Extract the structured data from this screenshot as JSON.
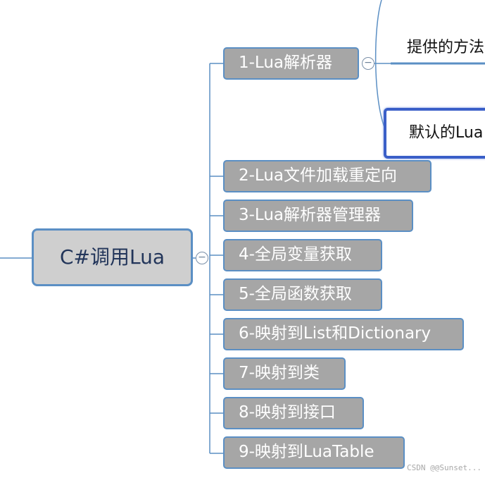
{
  "root": {
    "label": "C#调用Lua"
  },
  "branches": [
    {
      "label": "1-Lua解析器"
    },
    {
      "label": "2-Lua文件加载重定向"
    },
    {
      "label": "3-Lua解析器管理器"
    },
    {
      "label": "4-全局变量获取"
    },
    {
      "label": "5-全局函数获取"
    },
    {
      "label": "6-映射到List和Dictionary"
    },
    {
      "label": "7-映射到类"
    },
    {
      "label": "8-映射到接口"
    },
    {
      "label": "9-映射到LuaTable"
    }
  ],
  "subtopics": [
    {
      "label": "提供的方法"
    },
    {
      "label": "默认的Lua"
    }
  ],
  "collapse_symbol": "−",
  "watermark": "CSDN @@Sunset...",
  "colors": {
    "node_fill": "#a6a6a6",
    "node_border": "#5b8fc4",
    "root_fill": "#cfcfcf",
    "root_text": "#22355a",
    "connector": "#5b8fc4",
    "selected_border": "#3a5fc8"
  }
}
